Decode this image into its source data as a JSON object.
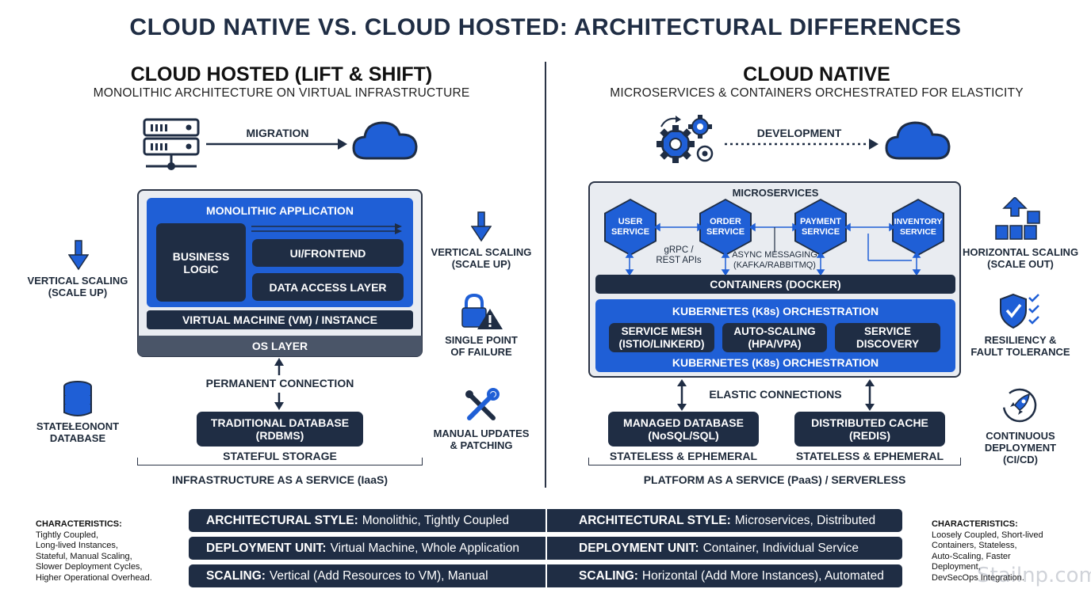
{
  "title": "CLOUD NATIVE VS. CLOUD HOSTED: ARCHITECTURAL DIFFERENCES",
  "left": {
    "heading": "CLOUD HOSTED (LIFT & SHIFT)",
    "subheading": "MONOLITHIC ARCHITECTURE ON VIRTUAL INFRASTRUCTURE",
    "migration_label": "MIGRATION",
    "monolith_label": "MONOLITHIC APPLICATION",
    "business_logic": "BUSINESS LOGIC",
    "ui_frontend": "UI/FRONTEND",
    "data_access": "DATA ACCESS LAYER",
    "vm_instance": "VIRTUAL MACHINE (VM) / INSTANCE",
    "os_layer": "OS LAYER",
    "permanent_connection": "PERMANENT CONNECTION",
    "db_line1": "TRADITIONAL DATABASE",
    "db_line2": "(RDBMS)",
    "stateful_storage": "STATEFUL STORAGE",
    "iaas": "INFRASTRUCTURE AS A SERVICE (IaaS)",
    "side_left_scaling_1": "VERTICAL SCALING",
    "side_left_scaling_2": "(SCALE UP)",
    "side_left_db_1": "STATEŁEONONT",
    "side_left_db_2": "DATABASE",
    "side_right_scaling_1": "VERTICAL SCALING",
    "side_right_scaling_2": "(SCALE UP)",
    "spof_1": "SINGLE POINT",
    "spof_2": "OF FAILURE",
    "updates_1": "MANUAL UPDATES",
    "updates_2": "& PATCHING"
  },
  "right": {
    "heading": "CLOUD NATIVE",
    "subheading": "MICROSERVICES & CONTAINERS ORCHESTRATED FOR ELASTICITY",
    "development_label": "DEVELOPMENT",
    "microservices_label": "MICROSERVICES",
    "services": [
      {
        "l1": "USER",
        "l2": "SERVICE"
      },
      {
        "l1": "ORDER",
        "l2": "SERVICE"
      },
      {
        "l1": "PAYMENT",
        "l2": "SERVICE"
      },
      {
        "l1": "INVENTORY",
        "l2": "SERVICE"
      }
    ],
    "grpc_1": "gRPC /",
    "grpc_2": "REST APIs",
    "async_1": "ASYNC MESSAGING",
    "async_2": "(KAFKA/RABBITMQ)",
    "containers": "CONTAINERS (DOCKER)",
    "k8s_top": "KUBERNETES (K8s) ORCHESTRATION",
    "mesh_1": "SERVICE MESH",
    "mesh_2": "(ISTIO/LINKERD)",
    "autoscale_1": "AUTO-SCALING",
    "autoscale_2": "(HPA/VPA)",
    "discovery_1": "SERVICE",
    "discovery_2": "DISCOVERY",
    "k8s_bottom": "KUBERNETES (K8s) ORCHESTRATION",
    "elastic_connections": "ELASTIC CONNECTIONS",
    "mdb_1": "MANAGED DATABASE",
    "mdb_2": "(NoSQL/SQL)",
    "cache_1": "DISTRIBUTED CACHE",
    "cache_2": "(REDIS)",
    "stateless_1": "STATELESS & EPHEMERAL",
    "stateless_2": "STATELESS & EPHEMERAL",
    "paas": "PLATFORM AS A SERVICE (PaaS) / SERVERLESS",
    "hscale_1": "HORIZONTAL SCALING",
    "hscale_2": "(SCALE OUT)",
    "resil_1": "RESILIENCY &",
    "resil_2": "FAULT TOLERANCE",
    "cicd_1": "CONTINUOUS",
    "cicd_2": "DEPLOYMENT",
    "cicd_3": "(CI/CD)"
  },
  "comparison": [
    {
      "lk": "ARCHITECTURAL STYLE:",
      "lv": "Monolithic, Tightly Coupled",
      "rk": "ARCHITECTURAL STYLE:",
      "rv": "Microservices, Distributed"
    },
    {
      "lk": "DEPLOYMENT UNIT:",
      "lv": "Virtual Machine, Whole Application",
      "rk": "DEPLOYMENT UNIT:",
      "rv": "Container, Individual Service"
    },
    {
      "lk": "SCALING:",
      "lv": "Vertical (Add Resources to VM), Manual",
      "rk": "SCALING:",
      "rv": "Horizontal (Add More Instances), Automated"
    }
  ],
  "left_characteristics": {
    "heading": "CHARACTERISTICS:",
    "lines": [
      "Tightly Coupled,",
      "Long-lived Instances,",
      "Stateful, Manual Scaling,",
      "Slower Deployment Cycles,",
      "Higher Operational Overhead."
    ]
  },
  "right_characteristics": {
    "heading": "CHARACTERISTICS:",
    "lines": [
      "Loosely Coupled, Short-lived",
      "Containers, Stateless,",
      "Auto-Scaling, Faster",
      "Deployment,",
      "DevSecOps Integration."
    ]
  },
  "watermark": "Stailnp.com",
  "colors": {
    "accent_blue": "#1f5fd6",
    "navy": "#1f2d44",
    "panel_gray": "#e9ecf1"
  },
  "icons": [
    "server-rack-icon",
    "cloud-icon",
    "gears-icon",
    "down-arrow-icon",
    "lock-warning-icon",
    "database-icon",
    "wrench-icon",
    "bar-chart-up-icon",
    "shield-check-icon",
    "rocket-icon"
  ]
}
